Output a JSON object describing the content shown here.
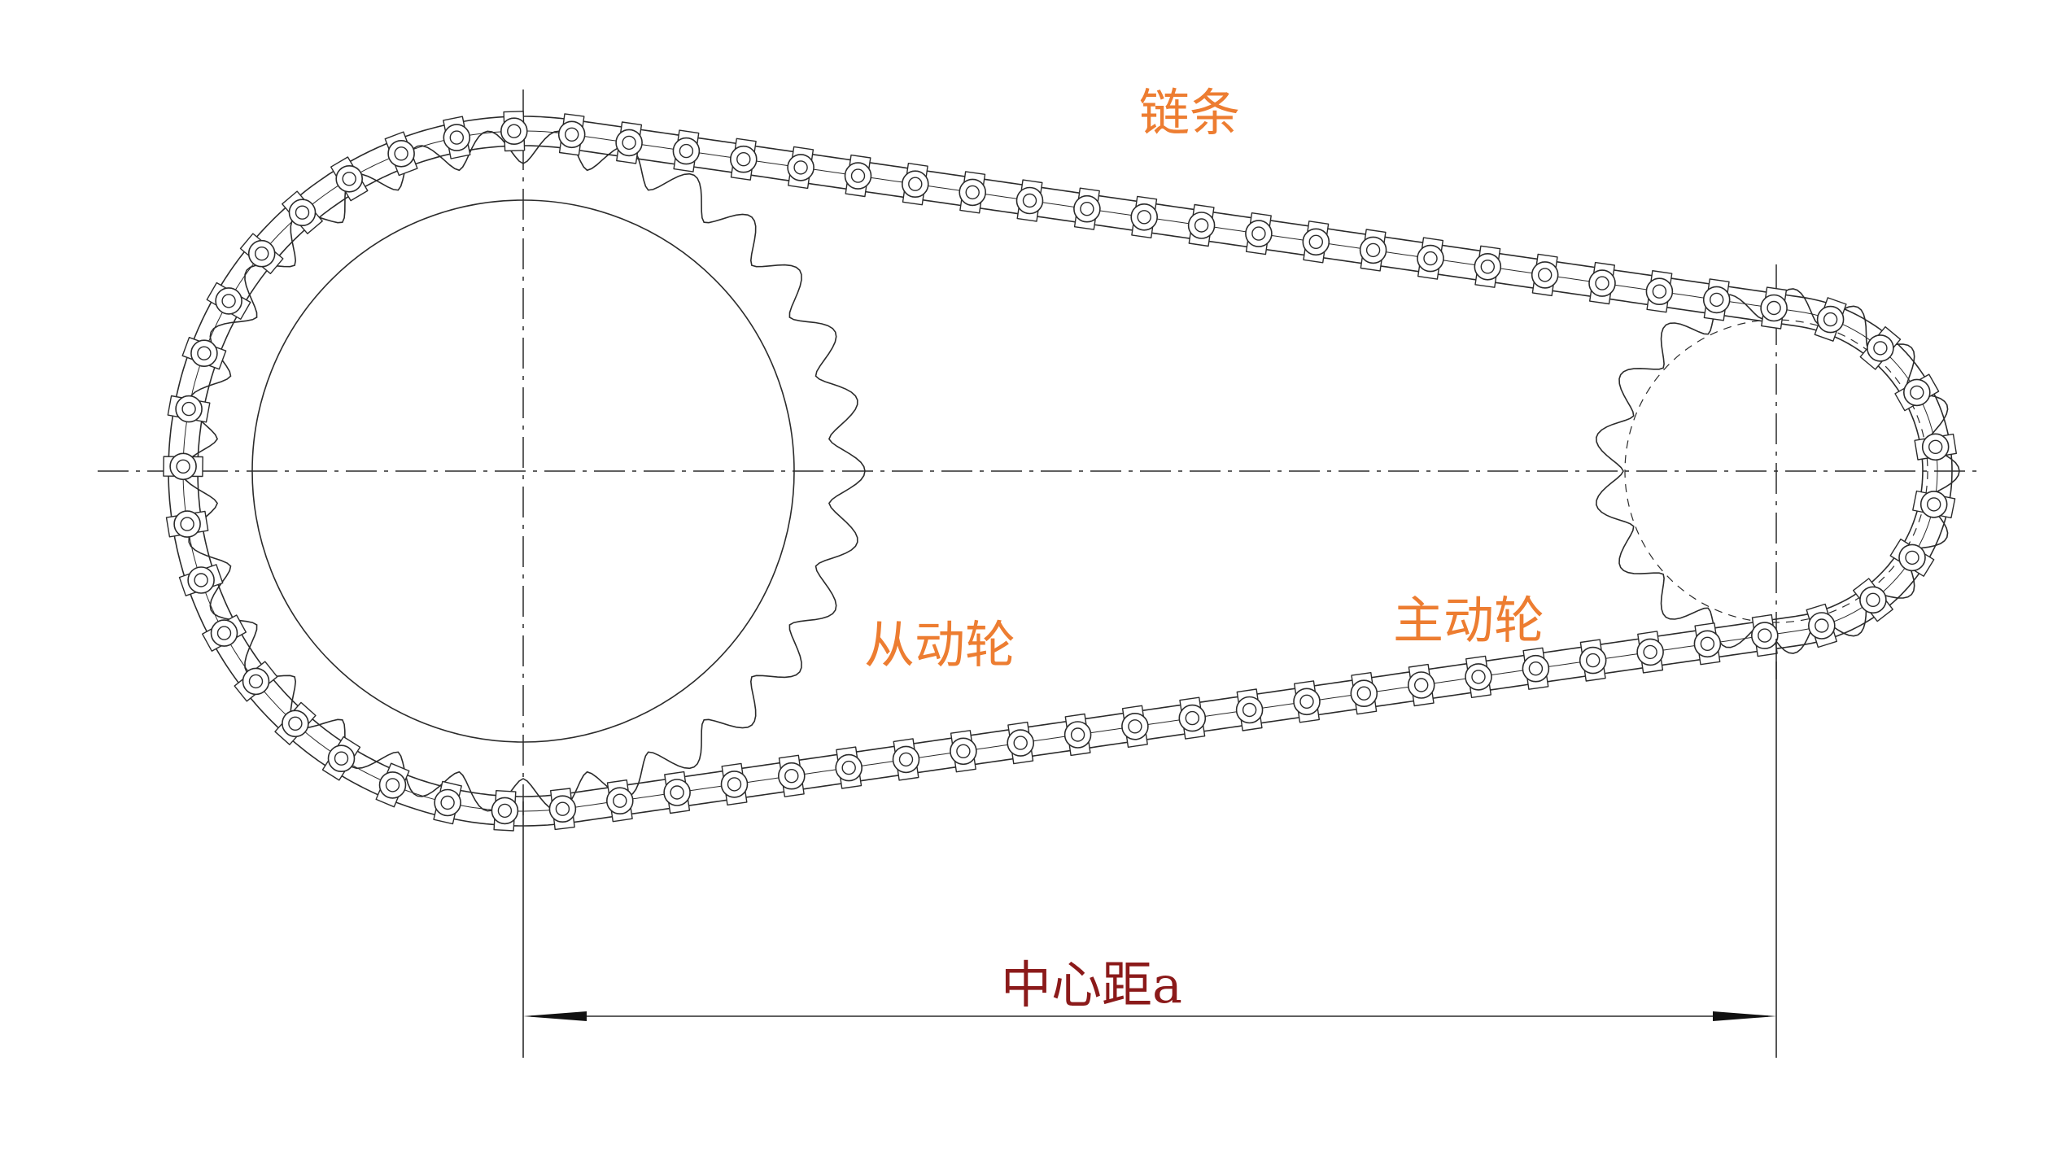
{
  "labels": {
    "chain": "链条",
    "driven_sprocket": "从动轮",
    "driving_sprocket": "主动轮",
    "center_distance": "中心距a"
  },
  "colors": {
    "line": "#2b2b2b",
    "label": "#ed7d31",
    "dimension_label": "#8b1a1a",
    "background": "#ffffff"
  }
}
